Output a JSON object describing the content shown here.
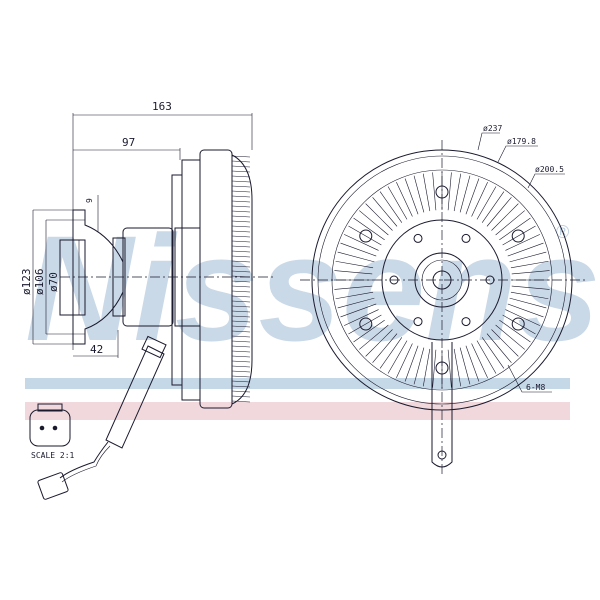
{
  "watermark": {
    "brand": "Nissens",
    "registered": "®",
    "band_blue": "#c5d8e8",
    "band_pink": "#f0d8dc"
  },
  "side_view": {
    "dimensions": {
      "overall_length": "163",
      "hub_length": "97",
      "flange_thickness": "9",
      "dia_outer": "ø123",
      "dia_mid": "ø106",
      "dia_inner": "ø70",
      "pilot_length": "42"
    }
  },
  "front_view": {
    "dimensions": {
      "dia_fan": "ø237",
      "dia_bolt_circle": "ø179.8",
      "dia_body": "ø200.5",
      "bolt_spec": "6-M8"
    }
  },
  "connector": {
    "scale_label": "SCALE 2:1"
  }
}
